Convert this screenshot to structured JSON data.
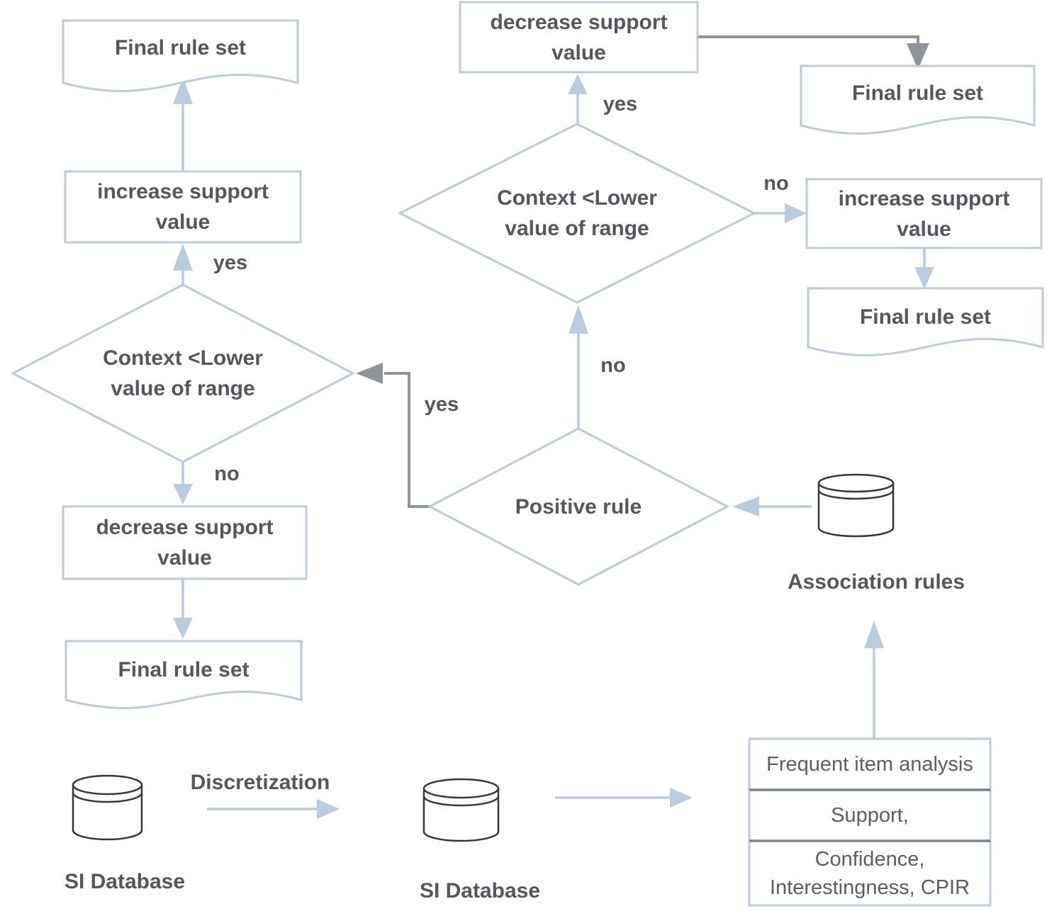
{
  "colors": {
    "node_stroke": "#b9cbdc",
    "connector_gray": "#8f939a",
    "text": "#54575d",
    "table_divider": "#74828f",
    "cylinder_stroke": "#35393f",
    "background": "#ffffff"
  },
  "nodes": {
    "final_rule_set_top_left": {
      "label": "Final rule set"
    },
    "increase_support_left": {
      "line1": "increase support",
      "line2": "value"
    },
    "context_lower_left": {
      "line1": "Context <Lower",
      "line2": "value of range"
    },
    "decrease_support_left": {
      "line1": "decrease support",
      "line2": "value"
    },
    "final_rule_set_bottom_left": {
      "label": "Final rule set"
    },
    "decrease_support_top": {
      "line1": "decrease support",
      "line2": "value"
    },
    "final_rule_set_top_right": {
      "label": "Final rule set"
    },
    "context_lower_mid": {
      "line1": "Context <Lower",
      "line2": "value of range"
    },
    "increase_support_right": {
      "line1": "increase support",
      "line2": "value"
    },
    "final_rule_set_right": {
      "label": "Final rule set"
    },
    "positive_rule": {
      "label": "Positive rule"
    },
    "association_rules": {
      "label": "Association rules"
    },
    "frequent_item_table": {
      "row1": "Frequent item analysis",
      "row2": "Support,",
      "row3_line1": "Confidence,",
      "row3_line2": "Interestingness, CPIR"
    },
    "si_database_left": {
      "label": "SI Database"
    },
    "discretization": {
      "label": "Discretization"
    },
    "si_database_mid": {
      "label": "SI Database"
    }
  },
  "edge_labels": {
    "left_branch_yes": "yes",
    "left_branch_no": "no",
    "top_branch_yes": "yes",
    "mid_branch_no": "no",
    "positive_branch_no": "no",
    "positive_branch_yes": "yes"
  },
  "icons": {
    "si_database_left": "database-cylinder",
    "si_database_mid": "database-cylinder",
    "association_rules": "database-cylinder"
  }
}
